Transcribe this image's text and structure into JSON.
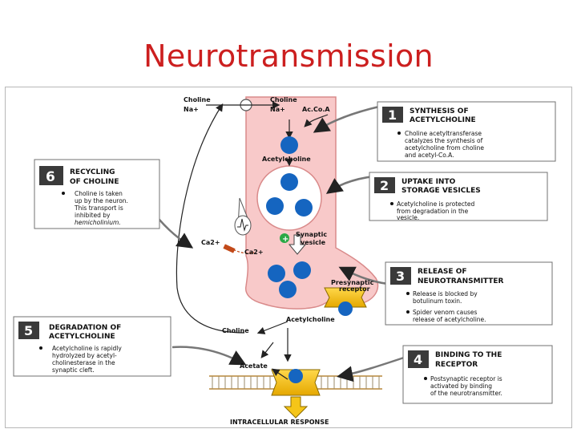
{
  "slide_title": "Neurotransmission",
  "colors": {
    "title": "#cc1f1f",
    "neuron_fill": "#f8c9c9",
    "neuron_stroke": "#d98a8a",
    "vesicle_blue": "#1565c0",
    "box_border": "#707070",
    "number_badge": "#3a3a3a",
    "receptor": "#f5c518",
    "arrow_green": "#2aa845"
  },
  "labels": {
    "choline_left": "Choline",
    "na_left": "Na+",
    "choline_right": "Choline",
    "na_right": "Na+",
    "acetyl_coa": "Ac.Co.A",
    "acetylcholine_top": "Acetylcholine",
    "ca_outside": "Ca2+",
    "ca_inside": "Ca2+",
    "synaptic_vesicle_1": "Synaptic",
    "synaptic_vesicle_2": "vesicle",
    "presynaptic_1": "Presynaptic",
    "presynaptic_2": "receptor",
    "acetylcholine_cleft": "Acetylcholine",
    "choline_cleft": "Choline",
    "acetate": "Acetate",
    "intracellular": "INTRACELLULAR RESPONSE"
  },
  "steps": [
    {
      "number": "1",
      "title1": "SYNTHESIS OF",
      "title2": "ACETYLCHOLINE",
      "lines": [
        "Choline acetyltransferase",
        "catalyzes the synthesis of",
        "acetylcholine from choline",
        "and acetyl-Co.A."
      ]
    },
    {
      "number": "2",
      "title1": "UPTAKE INTO",
      "title2": "STORAGE VESICLES",
      "lines": [
        "Acetylcholine is protected",
        "from degradation in the",
        "vesicle."
      ]
    },
    {
      "number": "3",
      "title1": "RELEASE OF",
      "title2": "NEUROTRANSMITTER",
      "bullet1": "Release is blocked by",
      "bullet1b": "botulinum toxin.",
      "bullet2": "Spider venom causes",
      "bullet2b": "release of acetylcholine."
    },
    {
      "number": "4",
      "title1": "BINDING TO THE",
      "title2": "RECEPTOR",
      "lines": [
        "Postsynaptic receptor is",
        "activated by binding",
        "of the neurotransmitter."
      ]
    },
    {
      "number": "5",
      "title1": "DEGRADATION OF",
      "title2": "ACETYLCHOLINE",
      "lines": [
        "Acetylcholine is rapidly",
        "hydrolyzed by acetyl-",
        "cholinesterase in the",
        "synaptic cleft."
      ]
    },
    {
      "number": "6",
      "title1": "RECYCLING",
      "title2": "OF CHOLINE",
      "lines": [
        "Choline is taken",
        "up by the neuron.",
        "This transport is",
        "inhibited by",
        "hemicholinium."
      ]
    }
  ]
}
